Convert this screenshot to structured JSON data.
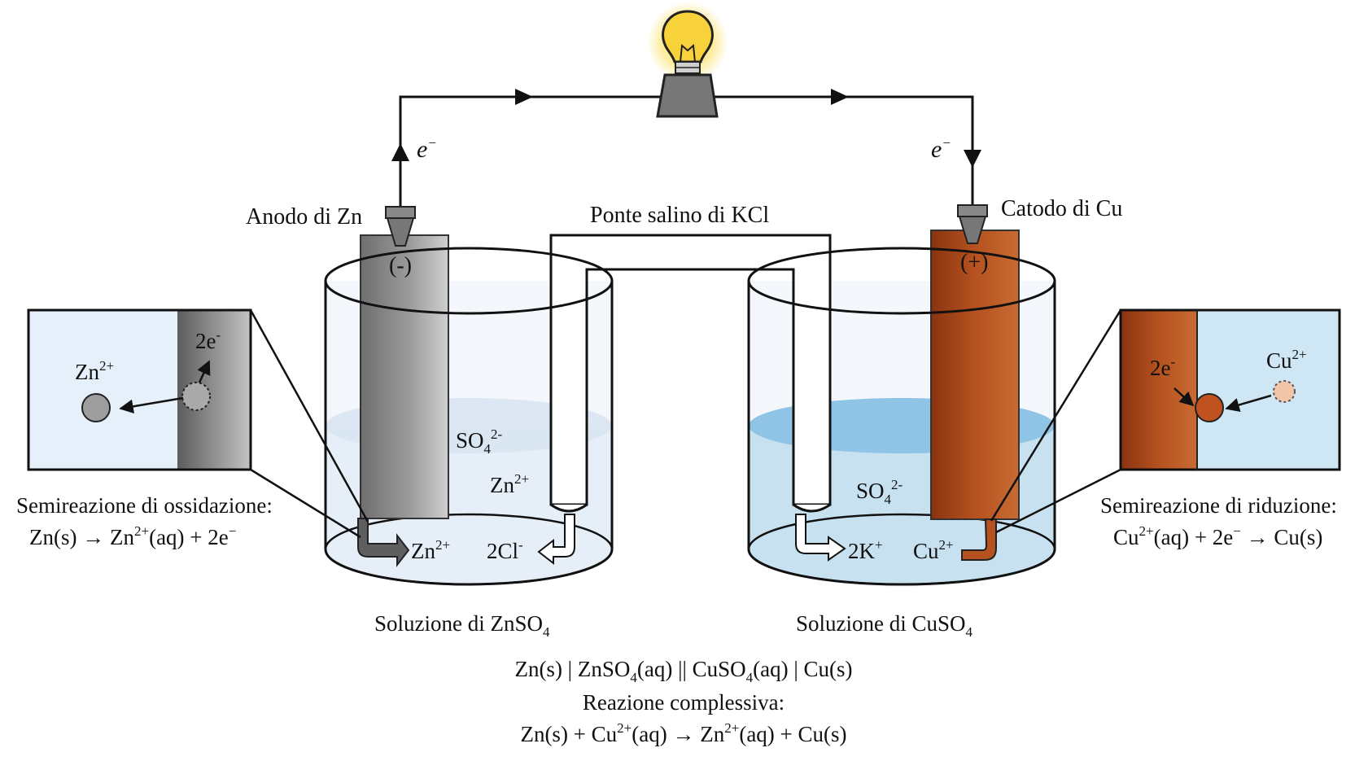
{
  "title_labels": {
    "anode": "Anodo di Zn",
    "cathode": "Catodo di Cu",
    "salt_bridge": "Ponte salino di KCl",
    "anode_sign": "(-)",
    "cathode_sign": "(+)",
    "electron": "e",
    "electron_sup": "−"
  },
  "left_beaker": {
    "solution_label": "Soluzione di ZnSO",
    "solution_sub": "4",
    "ion_so4": "SO",
    "ion_so4_sub": "4",
    "ion_so4_sup": "2-",
    "ion_zn": "Zn",
    "ion_zn_sup": "2+",
    "arrow_zn": "Zn",
    "arrow_zn_sup": "2+",
    "arrow_cl": "2Cl",
    "arrow_cl_sup": "-"
  },
  "right_beaker": {
    "solution_label": "Soluzione di CuSO",
    "solution_sub": "4",
    "ion_so4": "SO",
    "ion_so4_sub": "4",
    "ion_so4_sup": "2-",
    "arrow_k": "2K",
    "arrow_k_sup": "+",
    "arrow_cu": "Cu",
    "arrow_cu_sup": "2+"
  },
  "left_inset": {
    "zn_label": "Zn",
    "zn_sup": "2+",
    "electrons": "2e",
    "electrons_sup": "-",
    "caption": "Semireazione di ossidazione:",
    "equation": {
      "p1": "Zn(s) → Zn",
      "p1_sup": "2+",
      "p2": "(aq) + 2e",
      "p2_sup": "−"
    }
  },
  "right_inset": {
    "cu_label": "Cu",
    "cu_sup": "2+",
    "electrons": "2e",
    "electrons_sup": "-",
    "caption": "Semireazione di riduzione:",
    "equation": {
      "p1": "Cu",
      "p1_sup": "2+",
      "p2": "(aq) + 2e",
      "p2_sup": "−",
      "p3": " → Cu(s)"
    }
  },
  "cell_notation": {
    "p1": "Zn(s) | ZnSO",
    "p1_sub": "4",
    "p2": "(aq) || CuSO",
    "p2_sub": "4",
    "p3": "(aq) | Cu(s)"
  },
  "overall": {
    "heading": "Reazione complessiva:",
    "p1": "Zn(s) + Cu",
    "p1_sup": "2+",
    "p2": "(aq) → Zn",
    "p2_sup": "2+",
    "p3": "(aq) + Cu(s)"
  },
  "colors": {
    "zinc": "#8a8a8a",
    "copper": "#b5521f",
    "cuso4_solution": "#a9d3ec",
    "znso4_solution": "#e6eef8",
    "bulb_glow": "#fbe36b"
  }
}
